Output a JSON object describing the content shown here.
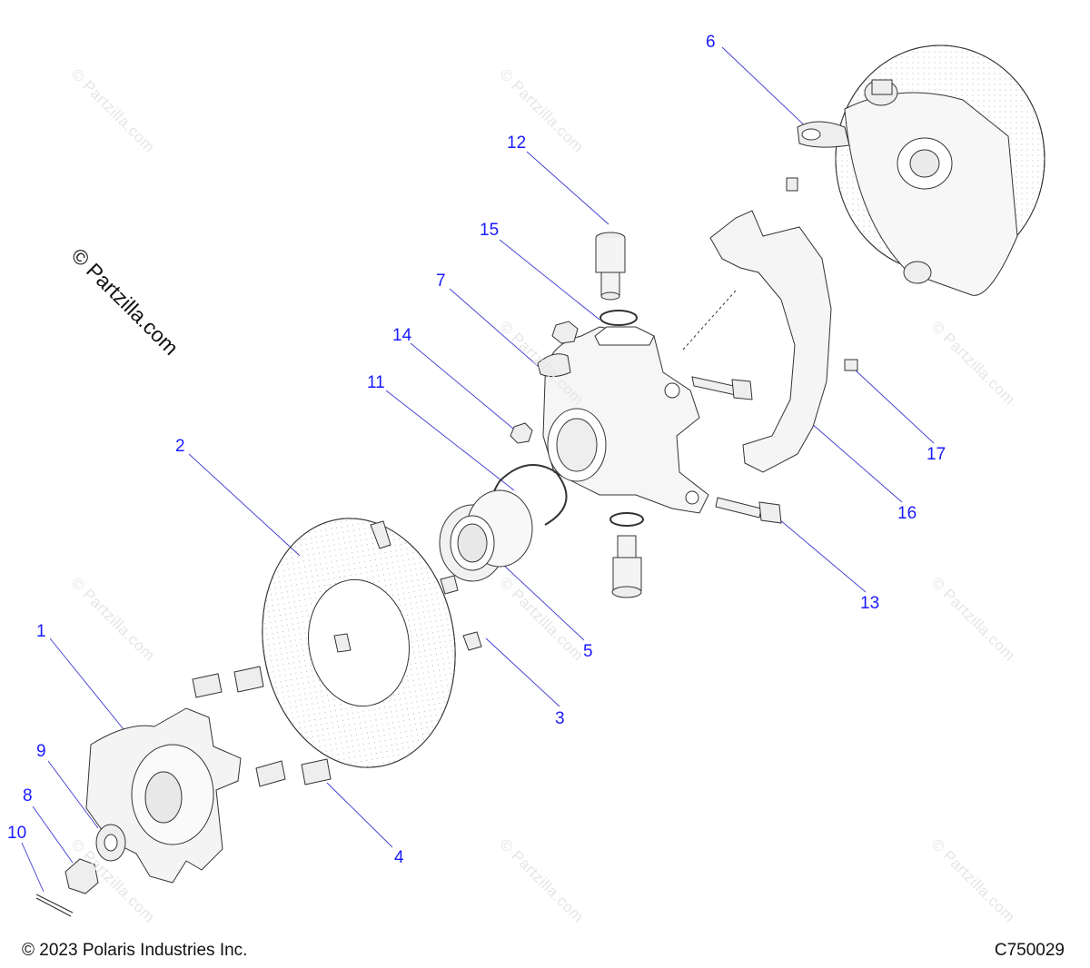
{
  "callouts": [
    {
      "n": "1",
      "label": "1"
    },
    {
      "n": "2",
      "label": "2"
    },
    {
      "n": "3",
      "label": "3"
    },
    {
      "n": "4",
      "label": "4"
    },
    {
      "n": "5",
      "label": "5"
    },
    {
      "n": "6",
      "label": "6"
    },
    {
      "n": "7",
      "label": "7"
    },
    {
      "n": "8",
      "label": "8"
    },
    {
      "n": "9",
      "label": "9"
    },
    {
      "n": "10",
      "label": "10"
    },
    {
      "n": "11",
      "label": "11"
    },
    {
      "n": "12",
      "label": "12"
    },
    {
      "n": "13",
      "label": "13"
    },
    {
      "n": "14",
      "label": "14"
    },
    {
      "n": "15",
      "label": "15"
    },
    {
      "n": "16",
      "label": "16"
    },
    {
      "n": "17",
      "label": "17"
    }
  ],
  "watermark": {
    "main": "© Partzilla.com",
    "repeat": "© Partzilla.com"
  },
  "footer": {
    "copyright": "© 2023 Polaris Industries Inc.",
    "code": "C750029"
  },
  "colors": {
    "callout": "#1a1aff",
    "leader": "#3333cc",
    "part_stroke": "#333333"
  }
}
